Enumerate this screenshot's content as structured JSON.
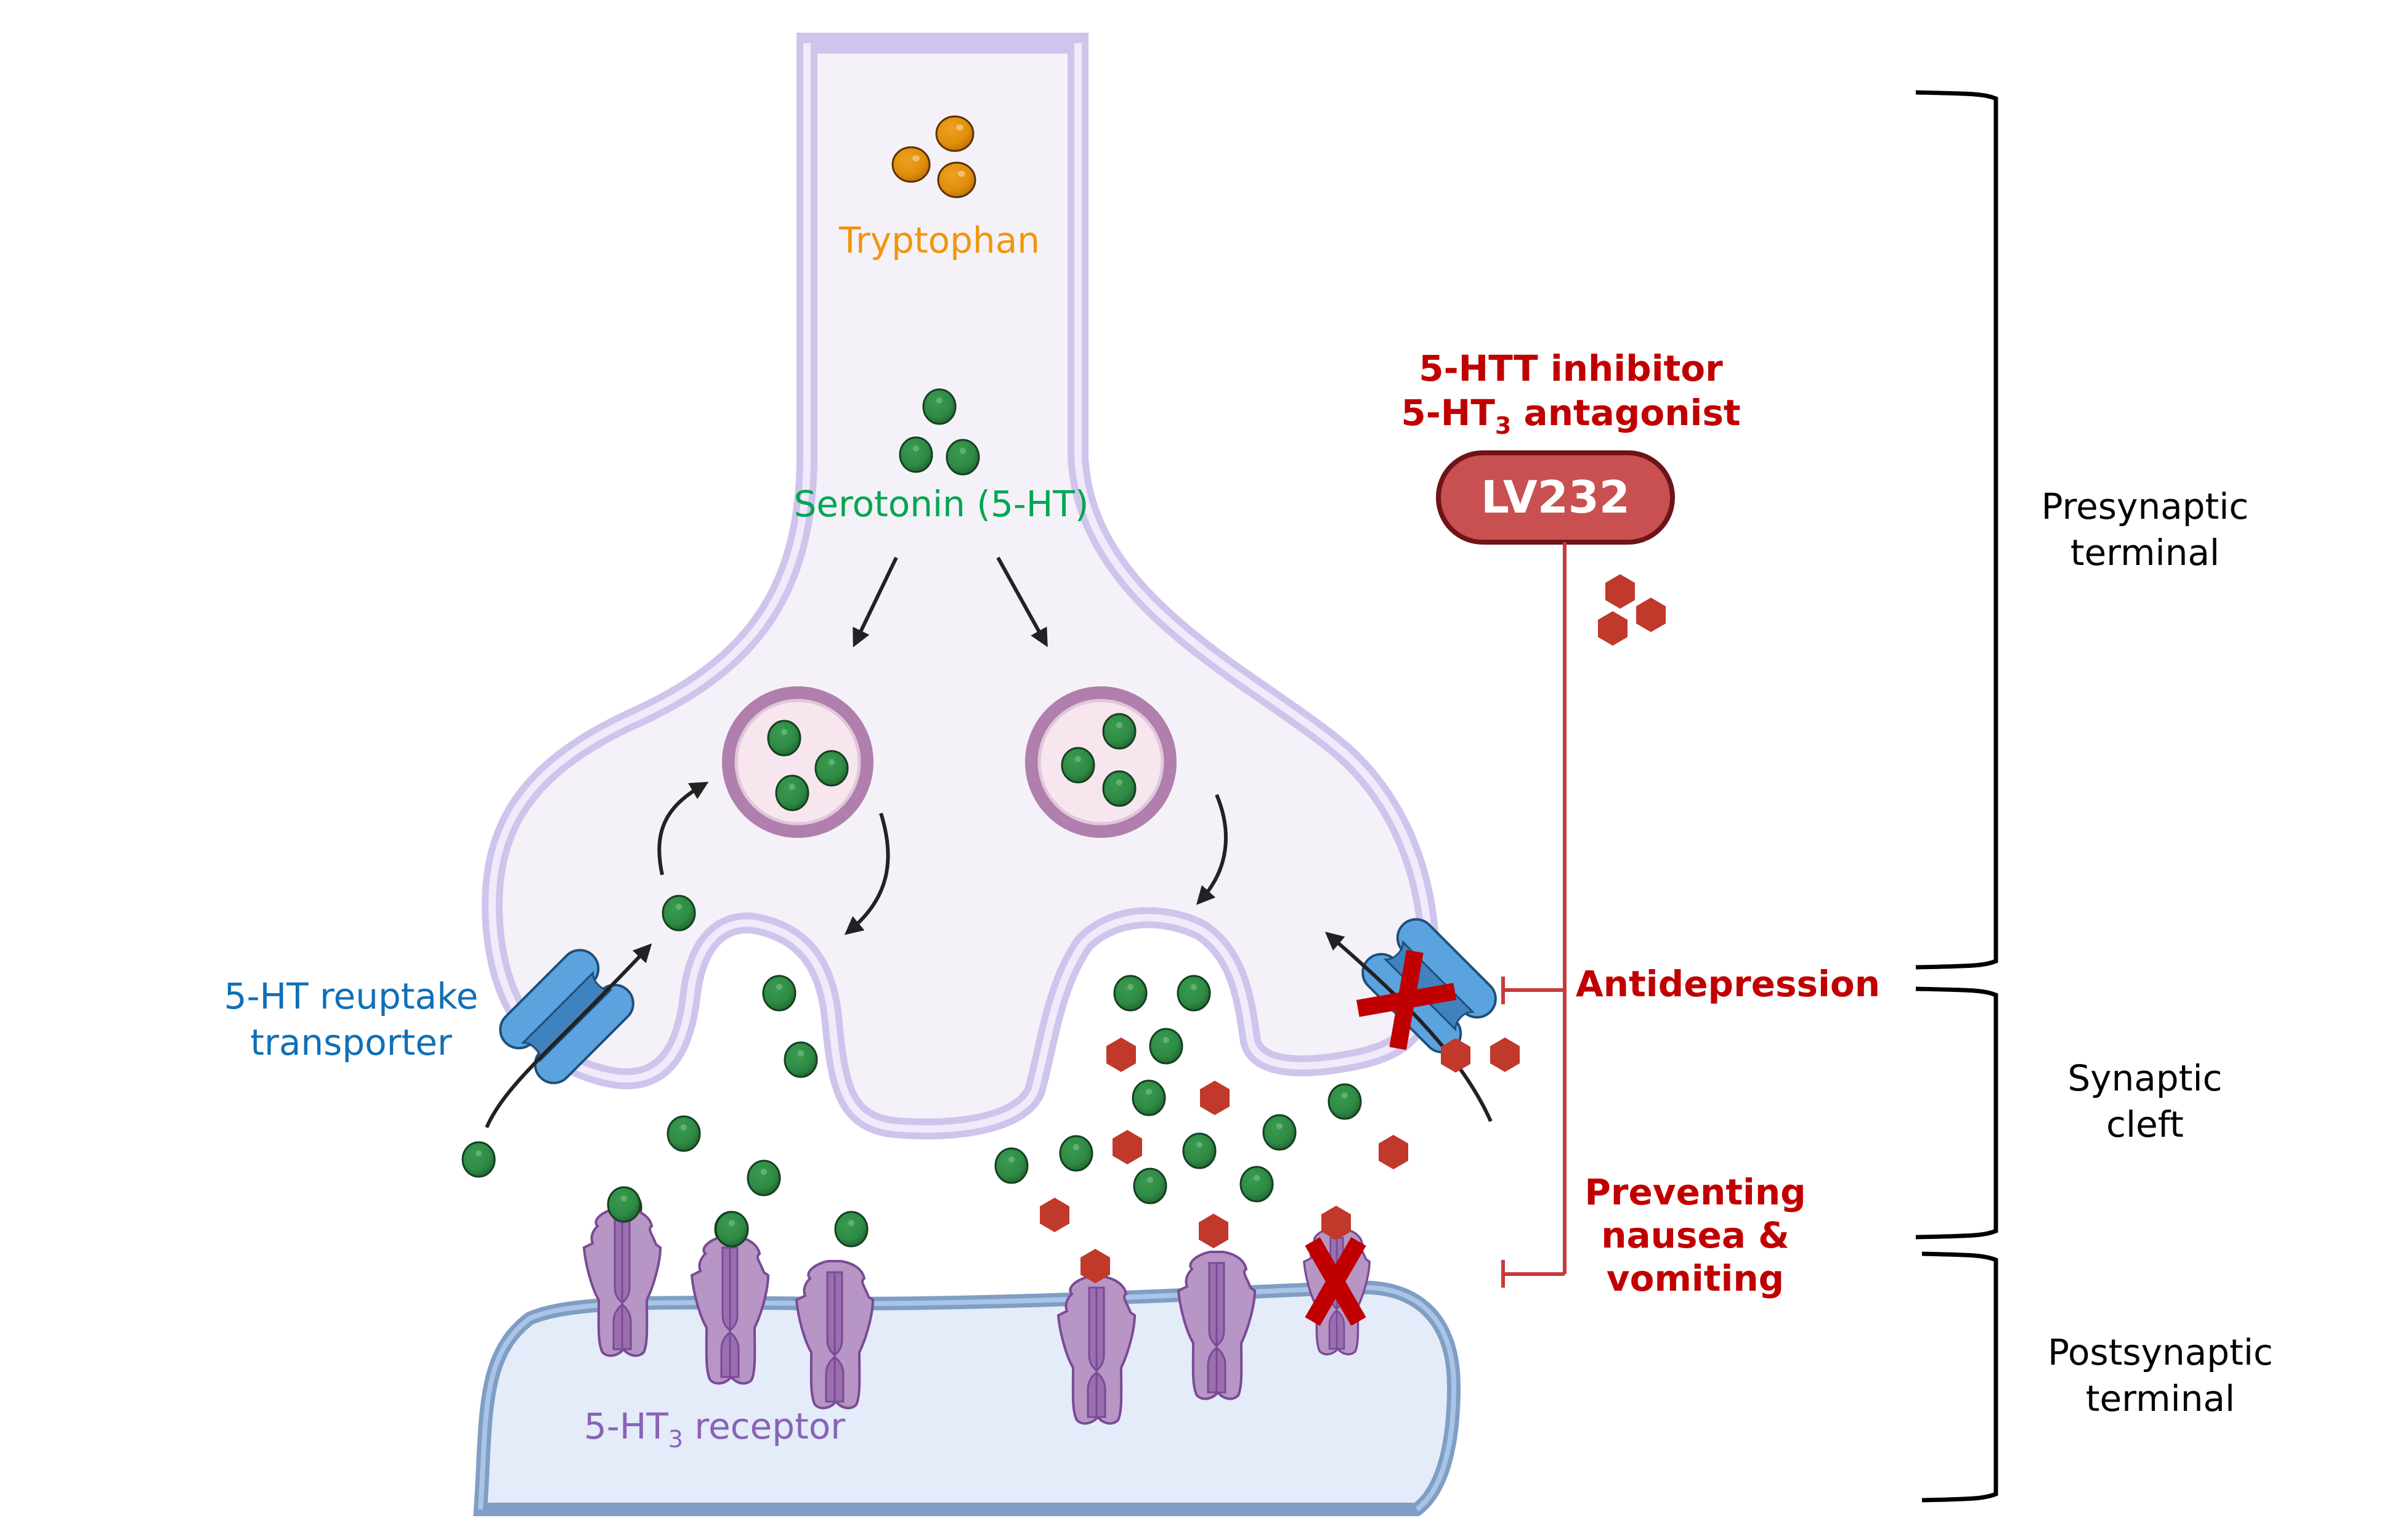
{
  "title": "Mechanism of LV232 at the serotonergic synapse",
  "colors": {
    "presynaptic_fill": "#f5f1f8",
    "presynaptic_membrane": "#cfc4ec",
    "postsynaptic_fill": "#e3ecf8",
    "postsynaptic_membrane": "#7f9ec4",
    "serotonin": "#2e8b44",
    "tryptophan": "#e08f0c",
    "drug": "#c0392b",
    "drug_text": "#c00000",
    "transporter": "#5ba3de",
    "receptor": "#b795c4",
    "inhibit_x": "#c00000",
    "bracket": "#000000"
  },
  "labels": {
    "tryptophan": "Tryptophan",
    "serotonin": "Serotonin (5-HT)",
    "transporter_line1": "5-HT reuptake",
    "transporter_line2": "transporter",
    "receptor_prefix": "5-HT",
    "receptor_sub": "3",
    "receptor_suffix": " receptor"
  },
  "drug": {
    "name": "LV232",
    "role_line1": "5-HTT inhibitor",
    "role_line2_prefix": "5-HT",
    "role_line2_sub": "3",
    "role_line2_suffix": " antagonist"
  },
  "effects": {
    "antidepression": "Antidepression",
    "nausea_line1": "Preventing",
    "nausea_line2": "nausea &",
    "nausea_line3": "vomiting"
  },
  "regions": [
    {
      "line1": "Presynaptic",
      "line2": "terminal"
    },
    {
      "line1": "Synaptic",
      "line2": "cleft"
    },
    {
      "line1": "Postsynaptic",
      "line2": "terminal"
    }
  ]
}
